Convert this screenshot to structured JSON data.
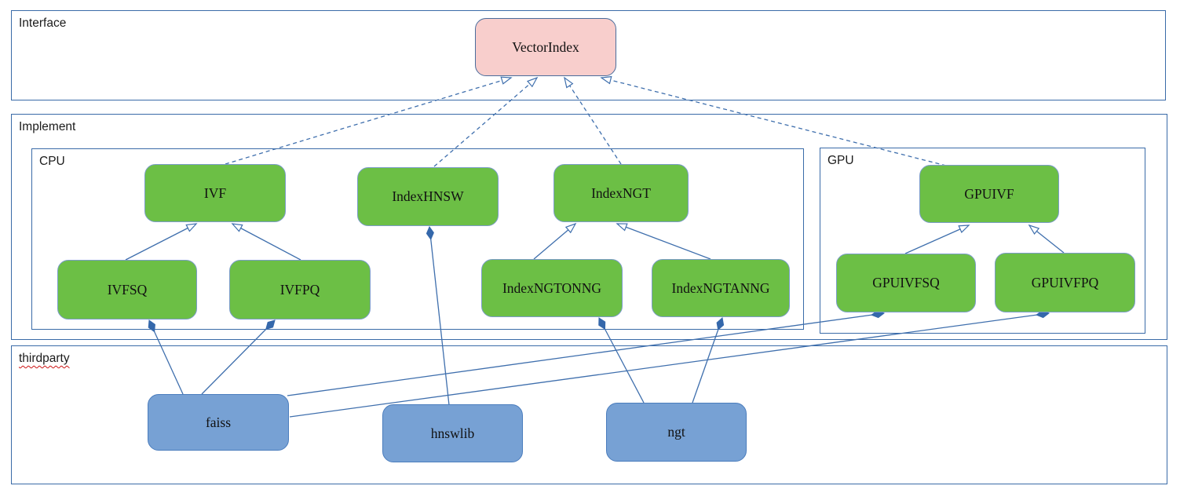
{
  "diagram": {
    "containers": {
      "interface": {
        "label": "Interface"
      },
      "implement": {
        "label": "Implement"
      },
      "cpu": {
        "label": "CPU"
      },
      "gpu": {
        "label": "GPU"
      },
      "thirdparty": {
        "label": "thirdparty"
      }
    },
    "nodes": {
      "vectorindex": {
        "label": "VectorIndex",
        "group": "interface"
      },
      "ivf": {
        "label": "IVF",
        "group": "cpu"
      },
      "indexhnsw": {
        "label": "IndexHNSW",
        "group": "cpu"
      },
      "indexngt": {
        "label": "IndexNGT",
        "group": "cpu"
      },
      "ivfsq": {
        "label": "IVFSQ",
        "group": "cpu"
      },
      "ivfpq": {
        "label": "IVFPQ",
        "group": "cpu"
      },
      "indexngtonng": {
        "label": "IndexNGTONNG",
        "group": "cpu"
      },
      "indexngtanng": {
        "label": "IndexNGTANNG",
        "group": "cpu"
      },
      "gpuivf": {
        "label": "GPUIVF",
        "group": "gpu"
      },
      "gpuivfsq": {
        "label": "GPUIVFSQ",
        "group": "gpu"
      },
      "gpuivfpq": {
        "label": "GPUIVFPQ",
        "group": "gpu"
      },
      "faiss": {
        "label": "faiss",
        "group": "thirdparty"
      },
      "hnswlib": {
        "label": "hnswlib",
        "group": "thirdparty"
      },
      "ngt": {
        "label": "ngt",
        "group": "thirdparty"
      }
    },
    "edges": [
      {
        "from": "IVF",
        "to": "VectorIndex",
        "type": "realization"
      },
      {
        "from": "IndexHNSW",
        "to": "VectorIndex",
        "type": "realization"
      },
      {
        "from": "IndexNGT",
        "to": "VectorIndex",
        "type": "realization"
      },
      {
        "from": "GPUIVF",
        "to": "VectorIndex",
        "type": "realization"
      },
      {
        "from": "IVFSQ",
        "to": "IVF",
        "type": "generalization"
      },
      {
        "from": "IVFPQ",
        "to": "IVF",
        "type": "generalization"
      },
      {
        "from": "IndexNGTONNG",
        "to": "IndexNGT",
        "type": "generalization"
      },
      {
        "from": "IndexNGTANNG",
        "to": "IndexNGT",
        "type": "generalization"
      },
      {
        "from": "GPUIVFSQ",
        "to": "GPUIVF",
        "type": "generalization"
      },
      {
        "from": "GPUIVFPQ",
        "to": "GPUIVF",
        "type": "generalization"
      },
      {
        "from": "faiss",
        "to": "IVFSQ",
        "type": "composition"
      },
      {
        "from": "faiss",
        "to": "IVFPQ",
        "type": "composition"
      },
      {
        "from": "faiss",
        "to": "GPUIVFSQ",
        "type": "composition"
      },
      {
        "from": "faiss",
        "to": "GPUIVFPQ",
        "type": "composition"
      },
      {
        "from": "hnswlib",
        "to": "IndexHNSW",
        "type": "composition"
      },
      {
        "from": "ngt",
        "to": "IndexNGTONNG",
        "type": "composition"
      },
      {
        "from": "ngt",
        "to": "IndexNGTANNG",
        "type": "composition"
      }
    ],
    "colors": {
      "interface_node_fill": "#f8cecc",
      "implement_node_fill": "#6cbf45",
      "thirdparty_node_fill": "#77a1d4",
      "container_border": "#3a6ba8",
      "edge_line": "#3f6fad",
      "spellcheck_underline": "#cc1414"
    }
  }
}
